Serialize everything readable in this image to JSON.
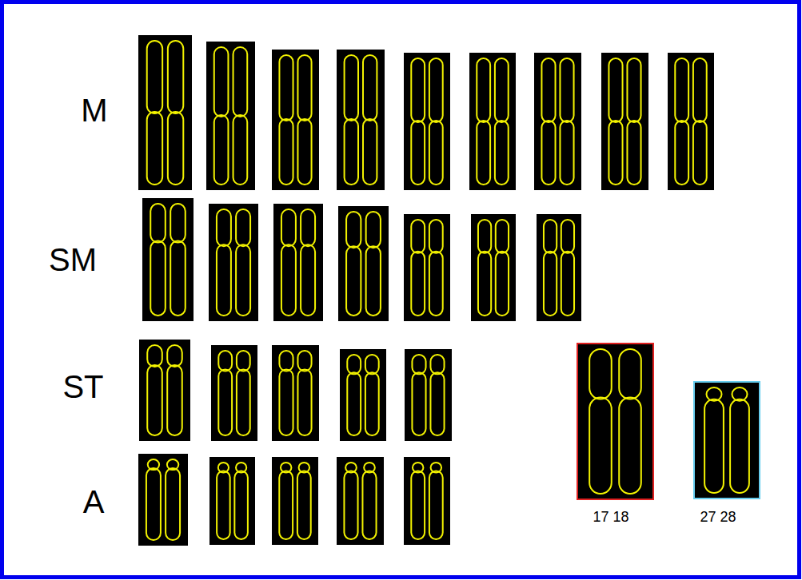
{
  "diagram": {
    "labels": [
      "M",
      "SM",
      "ST",
      "A",
      "17 18",
      "27 28"
    ]
  }
}
